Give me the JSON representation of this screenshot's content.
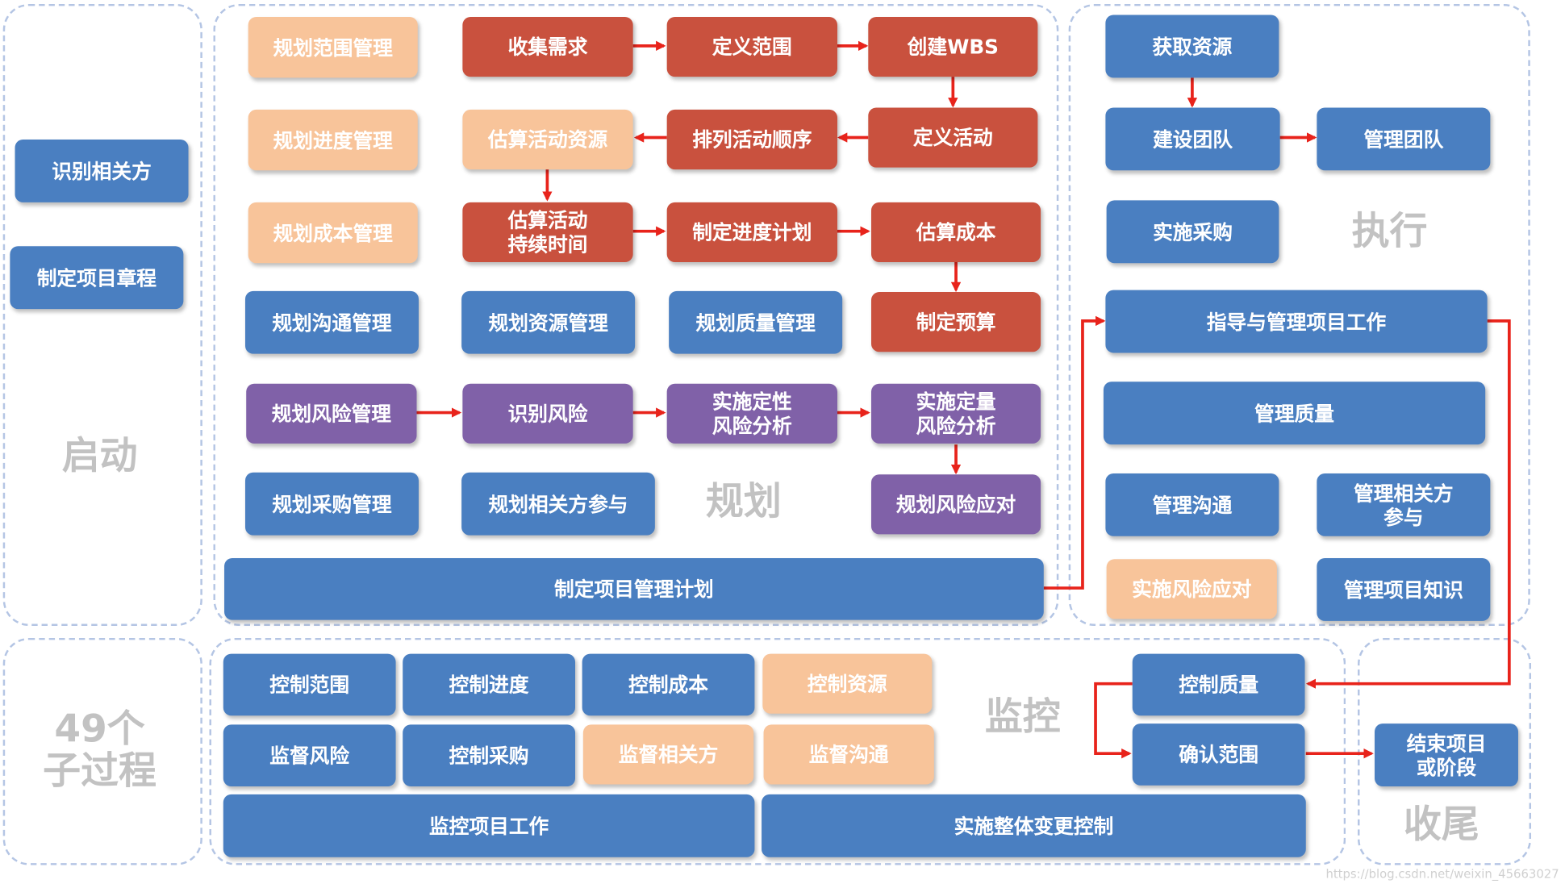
{
  "phases": {
    "initiating": "启动",
    "planning": "规划",
    "executing": "执行",
    "monitoring": "监控",
    "closing": "收尾",
    "total": "49个\n子过程"
  },
  "initiating": {
    "identify_stakeholders": "识别相关方",
    "develop_charter": "制定项目章程"
  },
  "planning": {
    "plan_scope": "规划范围管理",
    "collect_requirements": "收集需求",
    "define_scope": "定义范围",
    "create_wbs": "创建WBS",
    "plan_schedule": "规划进度管理",
    "estimate_resources": "估算活动资源",
    "sequence_activities": "排列活动顺序",
    "define_activities": "定义活动",
    "plan_cost": "规划成本管理",
    "estimate_durations": "估算活动\n持续时间",
    "develop_schedule": "制定进度计划",
    "estimate_costs": "估算成本",
    "plan_communications": "规划沟通管理",
    "plan_resources": "规划资源管理",
    "plan_quality": "规划质量管理",
    "determine_budget": "制定预算",
    "plan_risk": "规划风险管理",
    "identify_risks": "识别风险",
    "qualitative_risk": "实施定性\n风险分析",
    "quantitative_risk": "实施定量\n风险分析",
    "plan_procurement": "规划采购管理",
    "plan_stakeholder": "规划相关方参与",
    "plan_risk_responses": "规划风险应对",
    "develop_pm_plan": "制定项目管理计划"
  },
  "executing": {
    "acquire_resources": "获取资源",
    "develop_team": "建设团队",
    "manage_team": "管理团队",
    "conduct_procurements": "实施采购",
    "direct_manage_work": "指导与管理项目工作",
    "manage_quality": "管理质量",
    "manage_communications": "管理沟通",
    "manage_stakeholder": "管理相关方\n参与",
    "implement_risk_responses": "实施风险应对",
    "manage_knowledge": "管理项目知识"
  },
  "monitoring": {
    "control_scope": "控制范围",
    "control_schedule": "控制进度",
    "control_costs": "控制成本",
    "control_resources": "控制资源",
    "monitor_risks": "监督风险",
    "control_procurements": "控制采购",
    "monitor_stakeholder": "监督相关方",
    "monitor_communications": "监督沟通",
    "control_quality": "控制质量",
    "validate_scope": "确认范围",
    "monitor_work": "监控项目工作",
    "integrated_change": "实施整体变更控制"
  },
  "closing": {
    "close_project": "结束项目\n或阶段"
  },
  "watermark": "https://blog.csdn.net/weixin_45663027",
  "colors": {
    "blue": "#4a7fc1",
    "red": "#c9513e",
    "orange": "#f8c49a",
    "purple": "#8061a8",
    "arrow": "#e8231b",
    "border": "#b4c5e4",
    "label": "#c2c2c2"
  }
}
